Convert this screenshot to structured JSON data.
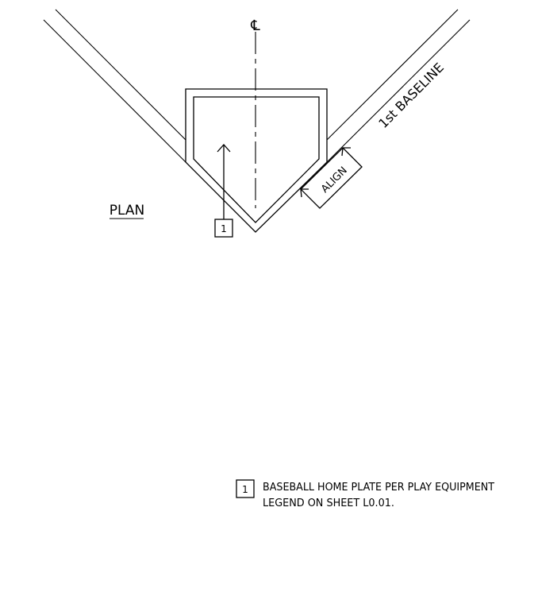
{
  "diagram": {
    "baseline_label": "1st BASELINE",
    "align_label": "ALIGN",
    "plan_label": "PLAN",
    "centerline_symbol": "℄",
    "callout_number": "1"
  },
  "legend": {
    "key": "1",
    "line1": "BASEBALL HOME PLATE PER PLAY EQUIPMENT",
    "line2": "LEGEND ON SHEET L0.01."
  },
  "colors": {
    "ink": "#000000",
    "paper": "#ffffff"
  }
}
